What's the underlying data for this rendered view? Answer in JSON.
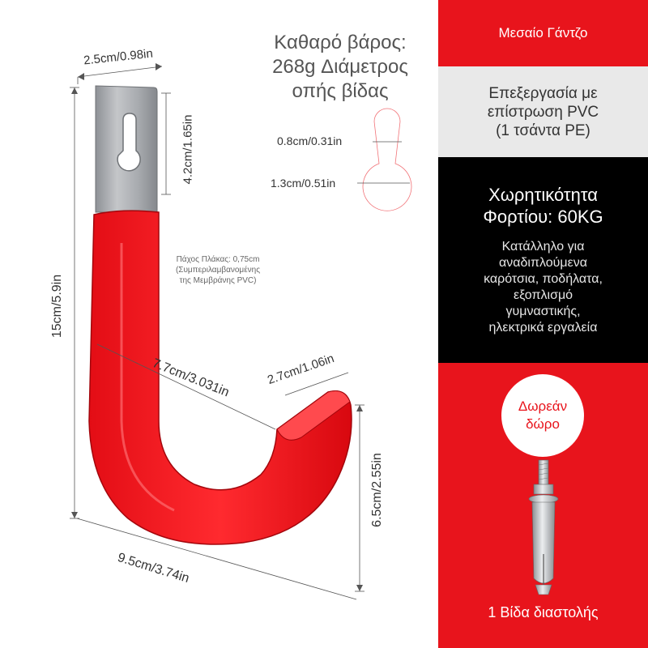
{
  "weight_info": [
    "Καθαρό βάρος:",
    "268g Διάμετρος",
    "οπής βίδας"
  ],
  "dimensions": {
    "plate_width": "2.5cm/0.98in",
    "slot_length": "4.2cm/1.65in",
    "total_height": "15cm/5.9in",
    "inner_span": "7.7cm/3.031in",
    "tip_width": "2.7cm/1.06in",
    "tip_height": "6.5cm/2.55in",
    "bottom_width": "9.5cm/3.74in",
    "hole_small": "0.8cm/0.31in",
    "hole_large": "1.3cm/0.51in"
  },
  "plate_thickness_note": [
    "Πάχος Πλάκας: 0,75cm",
    "(Συμπεριλαμβανομένης",
    "της Μεμβράνης PVC)"
  ],
  "panel": {
    "product_name": "Μεσαίο Γάντζο",
    "coating": [
      "Επεξεργασία με",
      "επίστρωση PVC",
      "(1 τσάντα PE)"
    ],
    "capacity": [
      "Χωρητικότητα",
      "Φορτίου: 60KG"
    ],
    "uses": [
      "Κατάλληλο για",
      "αναδιπλούμενα",
      "καρότσια, ποδήλατα,",
      "εξοπλισμό",
      "γυμναστικής,",
      "ηλεκτρικά εργαλεία"
    ],
    "gift": [
      "Δωρεάν",
      "δώρο"
    ],
    "screw_caption": "1 Βίδα διαστολής"
  },
  "colors": {
    "accent_red": "#e8141c",
    "gray_band": "#e9e9e9",
    "black_band": "#000000",
    "metal": "#a9acb0"
  },
  "icons": [
    "hook-illustration",
    "keyhole-slot-icon",
    "expansion-screw-icon"
  ]
}
